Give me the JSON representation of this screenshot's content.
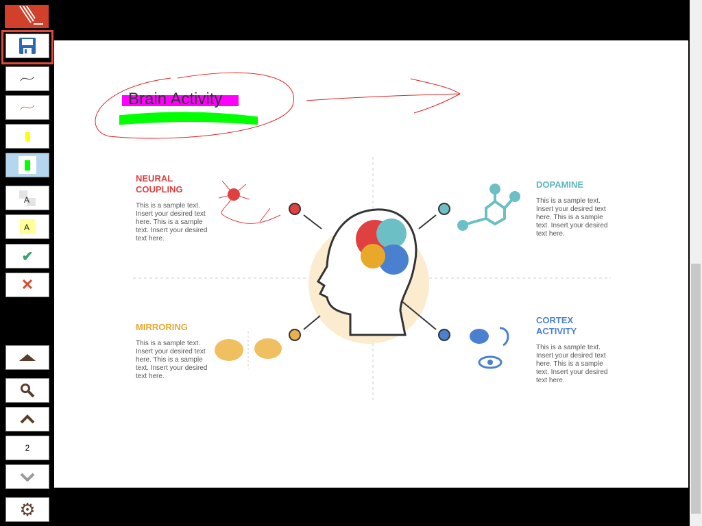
{
  "toolbar": {
    "page_number": "2",
    "items": [
      "save",
      "pen-black",
      "pen-red",
      "highlighter-yellow",
      "highlighter-green",
      "text-box",
      "text-highlight",
      "accept",
      "reject",
      "page-up",
      "search",
      "previous-page",
      "page-number",
      "next-page",
      "settings"
    ]
  },
  "document": {
    "title": "Brain Activity",
    "sections": [
      {
        "heading_line1": "NEURAL",
        "heading_line2": "COUPLING",
        "body": "This is a sample text. Insert your desired text here. This is a sample text. Insert your desired text here.",
        "color": "#e04040"
      },
      {
        "heading_line1": "DOPAMINE",
        "heading_line2": "",
        "body": "This is a sample text. Insert your desired text here. This is a sample text. Insert your desired text here.",
        "color": "#5bb5c0"
      },
      {
        "heading_line1": "MIRRORING",
        "heading_line2": "",
        "body": "This is a sample text. Insert your desired text here. This is a sample text. Insert your desired text here.",
        "color": "#e8a82a"
      },
      {
        "heading_line1": "CORTEX",
        "heading_line2": "ACTIVITY",
        "body": "This is a sample text. Insert your desired text here. This is a sample text. Insert your desired text here.",
        "color": "#4a80d0"
      }
    ]
  }
}
